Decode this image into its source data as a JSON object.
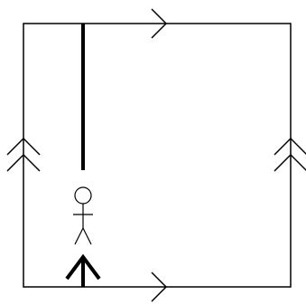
{
  "diagram": {
    "colors": {
      "background": "#ffffff",
      "stroke": "#000000"
    },
    "edges": {
      "top": {
        "arrow": "single-right"
      },
      "bottom": {
        "arrow": "single-right"
      },
      "left": {
        "arrow": "double-up"
      },
      "right": {
        "arrow": "double-up"
      }
    },
    "elements": {
      "wall": {
        "type": "thick-vertical-line"
      },
      "person": {
        "icon": "stick-figure-icon"
      },
      "bottom_marker": {
        "type": "thick-up-arrow"
      }
    }
  }
}
